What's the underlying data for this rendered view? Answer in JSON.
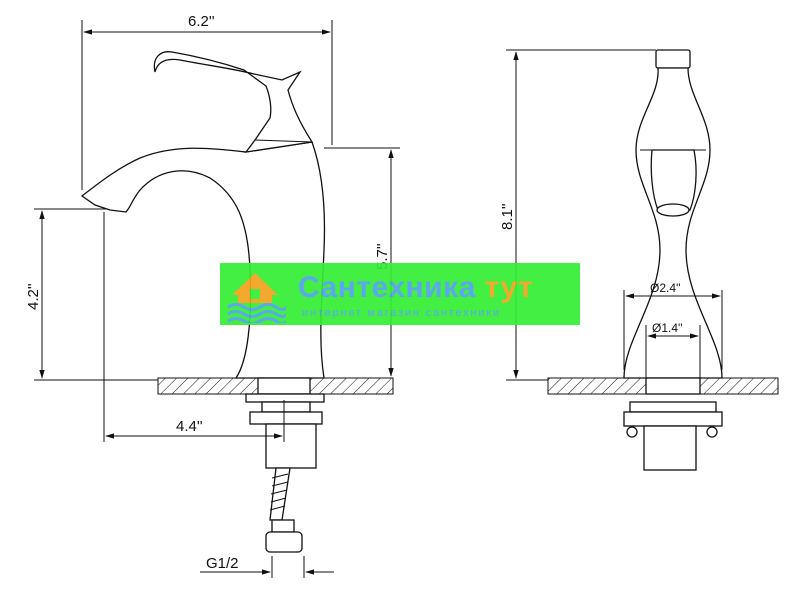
{
  "dimensions": {
    "width_total": "6.2''",
    "height_spout": "4.2''",
    "height_body": "5.7''",
    "reach": "4.4''",
    "height_total": "8.1''",
    "diameter_base": "Ø2.4''",
    "diameter_hole": "Ø1.4''",
    "thread": "G1/2"
  },
  "watermark": {
    "title_main": "Сантехника",
    "title_accent": "тут",
    "subtitle": "интернет магазин сантехники",
    "colors": {
      "background": "#33ee33",
      "text": "#4fa0ee",
      "accent": "#f3a21b"
    }
  }
}
